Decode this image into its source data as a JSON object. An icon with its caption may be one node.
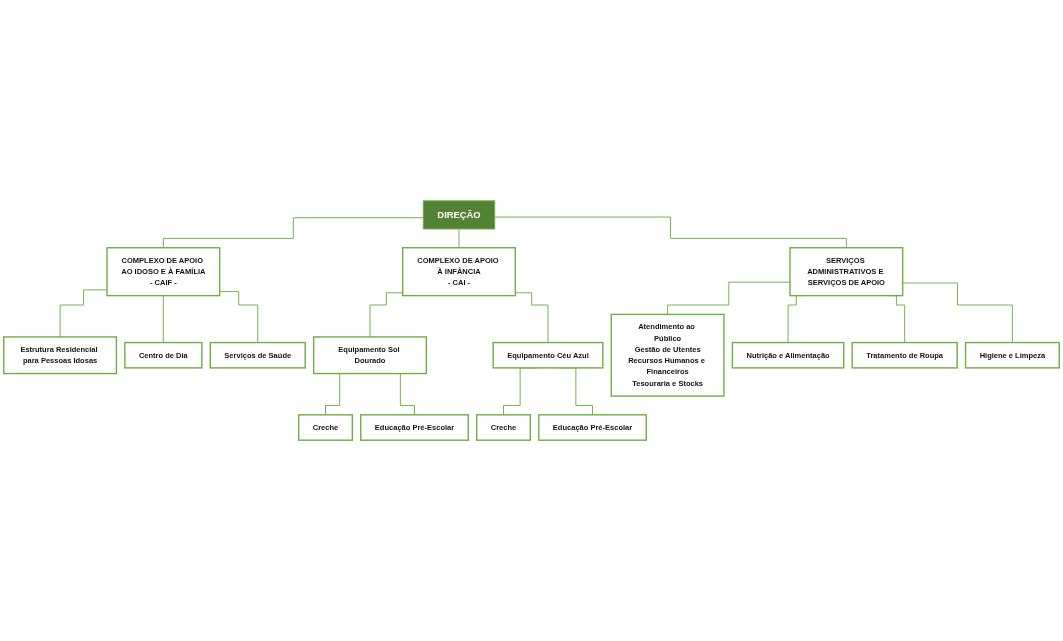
{
  "diagram": {
    "nodes": [
      {
        "text": [
          "DIREÇÃO"
        ]
      },
      {
        "text": [
          "COMPLEXO DE APOIO AO IDOSO E À FAMÍLIA",
          "- CAIF -"
        ]
      },
      {
        "text": [
          "COMPLEXO DE APOIO À INFÂNCIA",
          "- CAI -"
        ]
      },
      {
        "text": [
          "SERVIÇOS ADMINISTRATIVOS E SERVIÇOS DE APOIO"
        ]
      },
      {
        "text": [
          "Estrutura Residencial para Pessoas Idosas"
        ]
      },
      {
        "text": [
          "Centro de Dia"
        ]
      },
      {
        "text": [
          "Serviços de Saúde"
        ]
      },
      {
        "text": [
          "Equipamento Sol Dourado"
        ]
      },
      {
        "text": [
          "Equipamento Céu Azul"
        ]
      },
      {
        "text": [
          "Creche"
        ]
      },
      {
        "text": [
          "Educação Pré-Escolar"
        ]
      },
      {
        "text": [
          "Creche"
        ]
      },
      {
        "text": [
          "Educação Pré-Escolar"
        ]
      },
      {
        "text": [
          "Atendimento ao Público",
          "Gestão de Utentes",
          "Recursos Humanos e Financeiros",
          "Tesouraria e Stocks"
        ]
      },
      {
        "text": [
          "Nutrição e Alimentação"
        ]
      },
      {
        "text": [
          "Tratamento de Roupa"
        ]
      },
      {
        "text": [
          "Higiene e Limpeza"
        ]
      }
    ],
    "edges": [
      {
        "from": 0,
        "to": 1,
        "arrow": "none"
      },
      {
        "from": 0,
        "to": 2,
        "arrow": "none"
      },
      {
        "from": 0,
        "to": 3,
        "arrow": "none"
      },
      {
        "from": 1,
        "to": 4,
        "arrow": "none"
      },
      {
        "from": 1,
        "to": 5,
        "arrow": "none"
      },
      {
        "from": 1,
        "to": 6,
        "arrow": "none"
      },
      {
        "from": 2,
        "to": 7,
        "arrow": "none"
      },
      {
        "from": 2,
        "to": 8,
        "arrow": "none"
      },
      {
        "from": 7,
        "to": 9,
        "arrow": "none"
      },
      {
        "from": 7,
        "to": 10,
        "arrow": "none"
      },
      {
        "from": 8,
        "to": 11,
        "arrow": "none"
      },
      {
        "from": 8,
        "to": 12,
        "arrow": "none"
      },
      {
        "from": 3,
        "to": 13,
        "arrow": "none"
      },
      {
        "from": 3,
        "to": 14,
        "arrow": "none"
      },
      {
        "from": 3,
        "to": 15,
        "arrow": "none"
      },
      {
        "from": 3,
        "to": 16,
        "arrow": "none"
      }
    ]
  }
}
